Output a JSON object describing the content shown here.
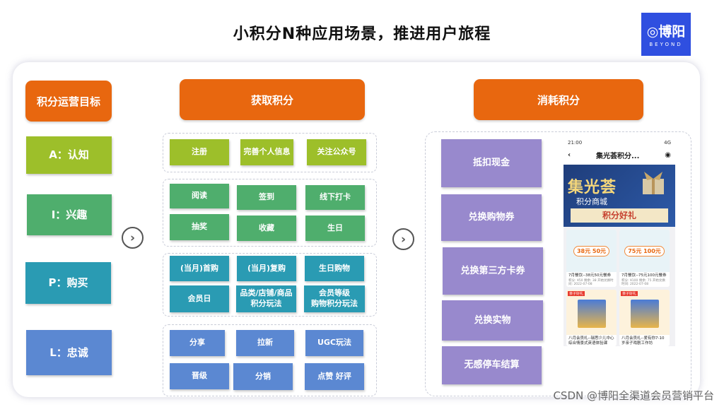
{
  "page": {
    "title": "小积分N种应用场景，推进用户旅程"
  },
  "logo": {
    "mark": "◎博阳",
    "sub": "BEYOND"
  },
  "left": {
    "header": "积分运营目标",
    "items": [
      {
        "label": "A：认知",
        "color": "#9dbf2a"
      },
      {
        "label": "I：兴趣",
        "color": "#4fae6d"
      },
      {
        "label": "P：购买",
        "color": "#2a9bb3"
      },
      {
        "label": "L：忠诚",
        "color": "#5b88d2"
      }
    ]
  },
  "acquire": {
    "header": "获取积分",
    "groups": [
      {
        "color": "#9dbf2a",
        "items": [
          "注册",
          "完善个人信息",
          "关注公众号"
        ]
      },
      {
        "color": "#4fae6d",
        "items": [
          "阅读",
          "签到",
          "线下打卡",
          "抽奖",
          "收藏",
          "生日"
        ]
      },
      {
        "color": "#2a9bb3",
        "items": [
          "(当月)首购",
          "(当月)复购",
          "生日购物",
          "会员日",
          "品类/店铺/商品\n积分玩法",
          "会员等级\n购物积分玩法"
        ]
      },
      {
        "color": "#5b88d2",
        "items": [
          "分享",
          "拉新",
          "UGC玩法",
          "晋级",
          "分销",
          "点赞 好评"
        ]
      }
    ]
  },
  "consume": {
    "header": "消耗积分",
    "items": [
      "抵扣现金",
      "兑换购物券",
      "兑换第三方卡券",
      "兑换实物",
      "无感停车结算"
    ]
  },
  "phone": {
    "time": "21:00",
    "signal": "4G",
    "nav_title": "集光荟积分...",
    "banner_big": "集光荟",
    "banner_sub": "积分商城",
    "banner_strip": "积分好礼",
    "cards": [
      {
        "chip": "38元 50元",
        "title": "7月餐饮--38元50元餐券",
        "meta": "积分: ¥50  剩余: 38  开始兑换时间: 2022-07-08"
      },
      {
        "chip": "75元 100元",
        "title": "7月餐饮--75元100元餐券",
        "meta": "积分: ¥100  剩余: 75  开始兑换时间: 2022-07-08"
      },
      {
        "tag": "亲子好礼",
        "title": "八月会员礼--瑞思少儿中心综合情景式英语体验课",
        "meta": ""
      },
      {
        "tag": "亲子好礼",
        "title": "八月会员礼--爱有你7-10岁亲子戏剧工作坊",
        "meta": ""
      }
    ]
  },
  "icons": {
    "arrow": "circle-chevron-right-icon",
    "back": "back-arrow-icon",
    "target": "target-icon"
  },
  "watermark": "CSDN @博阳全渠道会员营销平台"
}
